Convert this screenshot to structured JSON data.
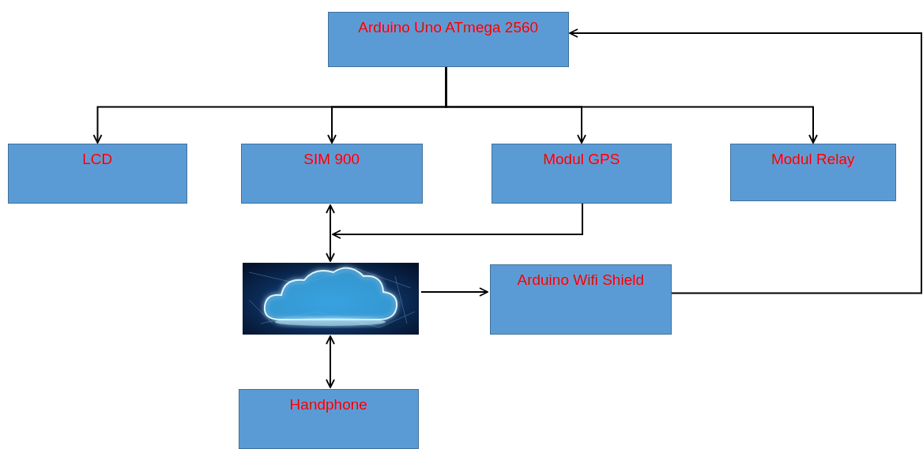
{
  "diagram": {
    "nodes": [
      {
        "text": [
          "Arduino Uno ATmega 2560"
        ]
      },
      {
        "text": [
          "LCD"
        ]
      },
      {
        "text": [
          "SIM 900"
        ]
      },
      {
        "text": [
          "Modul GPS"
        ]
      },
      {
        "text": [
          "Modul Relay"
        ]
      },
      {
        "text": [
          "Arduino Wifi Shield"
        ]
      },
      {
        "text": [
          "Handphone"
        ]
      }
    ],
    "edges": [
      {
        "from": 0,
        "to": 1,
        "arrow": "to"
      },
      {
        "from": 0,
        "to": 2,
        "arrow": "to"
      },
      {
        "from": 0,
        "to": 3,
        "arrow": "to"
      },
      {
        "from": 0,
        "to": 4,
        "arrow": "to"
      },
      {
        "from": 5,
        "to": 0,
        "arrow": "to"
      }
    ]
  }
}
